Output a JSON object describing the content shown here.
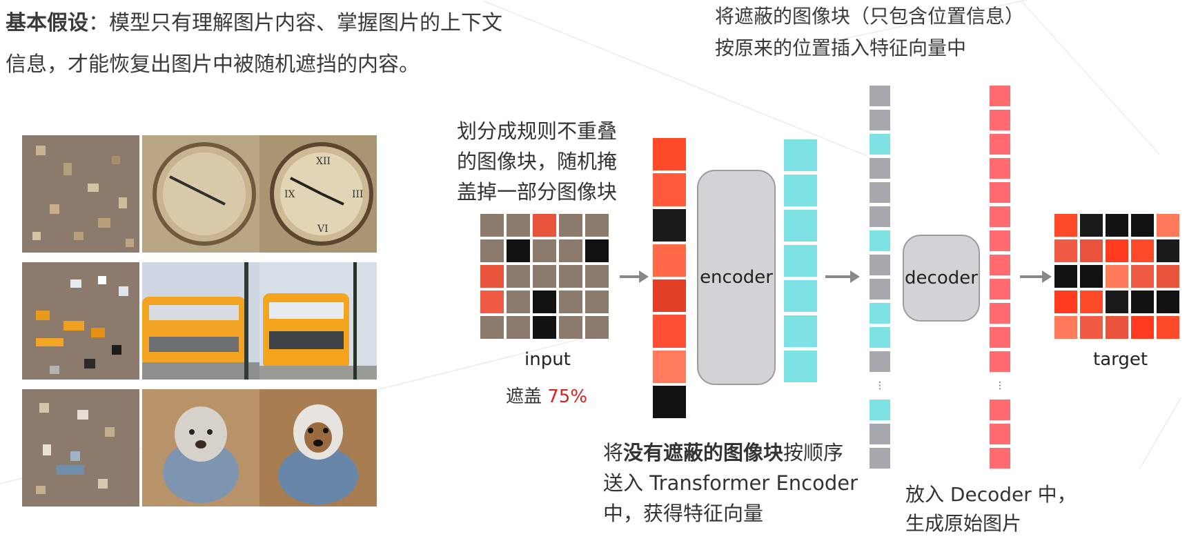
{
  "left_text": {
    "line1_bold": "基本假设",
    "line1_rest": "：模型只有理解图片内容、掌握图片的上下文",
    "line2": "信息，才能恢复出图片中被随机遮挡的内容。"
  },
  "top_note": {
    "line1": "将遮蔽的图像块（只包含位置信息）",
    "line2": "按原来的位置插入特征向量中"
  },
  "split_note": {
    "line1": "划分成规则不重叠",
    "line2": "的图像块，随机掩",
    "line3": "盖掉一部分图像块"
  },
  "input_label": "input",
  "mask_ratio": {
    "prefix": "遮盖 ",
    "value": "75%"
  },
  "encoder_label": "encoder",
  "decoder_label": "decoder",
  "target_label": "target",
  "encoder_note": {
    "pre": "将",
    "bold": "没有遮蔽的图像块",
    "post": "按顺序",
    "line2": "送入 Transformer Encoder",
    "line3": "中，获得特征向量"
  },
  "decoder_note": {
    "line1": "放入 Decoder 中，",
    "line2": "生成原始图片"
  },
  "colors": {
    "mask": "#8c7b6c",
    "token_gray": "#a7a8ad",
    "token_cyan": "#7ee2e4",
    "token_pink": "#ff6b6f",
    "box": "#d2d3d6",
    "accent_red": "#d92323"
  }
}
